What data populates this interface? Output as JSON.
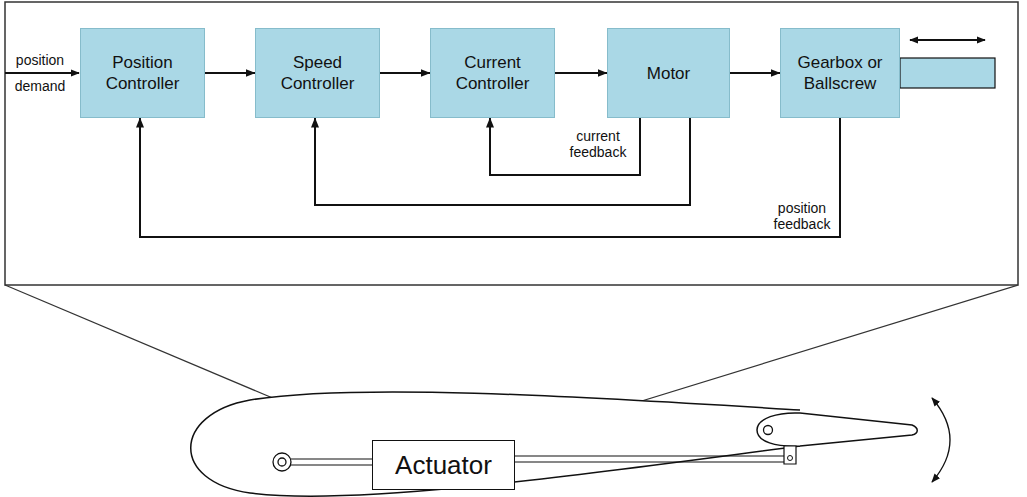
{
  "diagram": {
    "nodes": [
      {
        "text": [
          "Position Controller"
        ]
      },
      {
        "text": [
          "Speed Controller"
        ]
      },
      {
        "text": [
          "Current Controller"
        ]
      },
      {
        "text": [
          "Motor"
        ]
      },
      {
        "text": [
          "Gearbox or Ballscrew"
        ]
      },
      {
        "text": [
          "Actuator"
        ]
      }
    ],
    "edges": [
      {
        "from": 0,
        "to": 1,
        "arrow": "to"
      },
      {
        "from": 1,
        "to": 2,
        "arrow": "to"
      },
      {
        "from": 2,
        "to": 3,
        "arrow": "to"
      },
      {
        "from": 3,
        "to": 4,
        "arrow": "to"
      },
      {
        "from": 3,
        "to": 2,
        "label": "current feedback",
        "arrow": "to"
      },
      {
        "from": 3,
        "to": 1,
        "arrow": "to"
      },
      {
        "from": 4,
        "to": 0,
        "label": "position feedback",
        "arrow": "to"
      }
    ],
    "labels": [
      "position demand"
    ]
  }
}
